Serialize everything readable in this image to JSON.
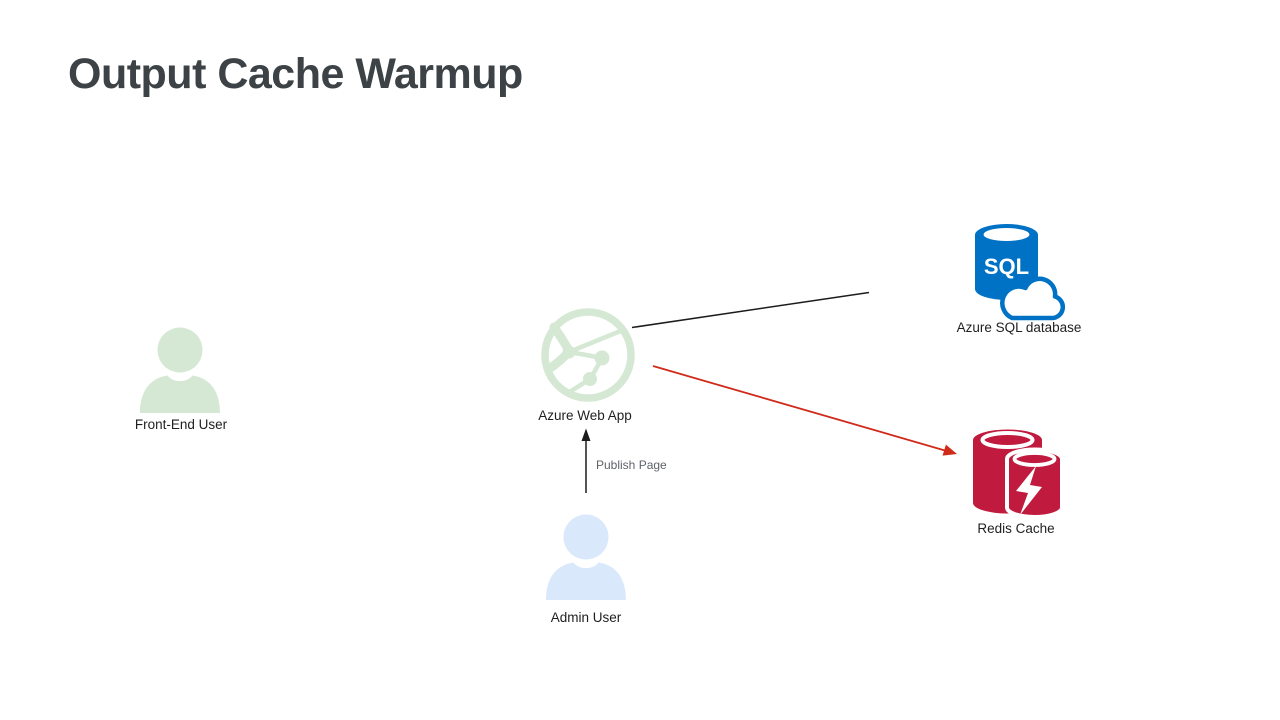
{
  "slide": {
    "title": "Output Cache Warmup"
  },
  "diagram": {
    "nodes": [
      {
        "id": "front-end-user",
        "label": "Front-End User",
        "icon": "person-icon",
        "color": "#d5e8d4"
      },
      {
        "id": "azure-web-app",
        "label": "Azure Web App",
        "icon": "web-app-globe-icon",
        "color": "#d5e8d4"
      },
      {
        "id": "admin-user",
        "label": "Admin User",
        "icon": "person-icon",
        "color": "#dae8fc"
      },
      {
        "id": "azure-sql-database",
        "label": "Azure SQL database",
        "icon": "sql-database-cylinder-cloud-icon",
        "color": "#0072c6",
        "icon_text": "SQL"
      },
      {
        "id": "redis-cache",
        "label": "Redis Cache",
        "icon": "redis-cache-cylinders-bolt-icon",
        "color": "#c01b3e"
      }
    ],
    "edges": [
      {
        "from": "admin-user",
        "to": "azure-web-app",
        "label": "Publish Page",
        "color": "#1c1c1c",
        "arrowhead": true
      },
      {
        "from": "azure-web-app",
        "to": "azure-sql-database",
        "label": "",
        "color": "#1c1c1c",
        "arrowhead": false
      },
      {
        "from": "azure-web-app",
        "to": "redis-cache",
        "label": "",
        "color": "#d02a1a",
        "arrowhead": true
      }
    ]
  },
  "colors": {
    "background": "#ffffff",
    "title": "#3c4245",
    "node-label": "#1f1f1f",
    "edge-label": "#5f6368",
    "green": "#d5e8d4",
    "blue-light": "#dae8fc",
    "sql-blue": "#0072c6",
    "redis-crimson": "#c01b3e",
    "arrow-red": "#d02a1a",
    "line-dark": "#1c1c1c"
  }
}
